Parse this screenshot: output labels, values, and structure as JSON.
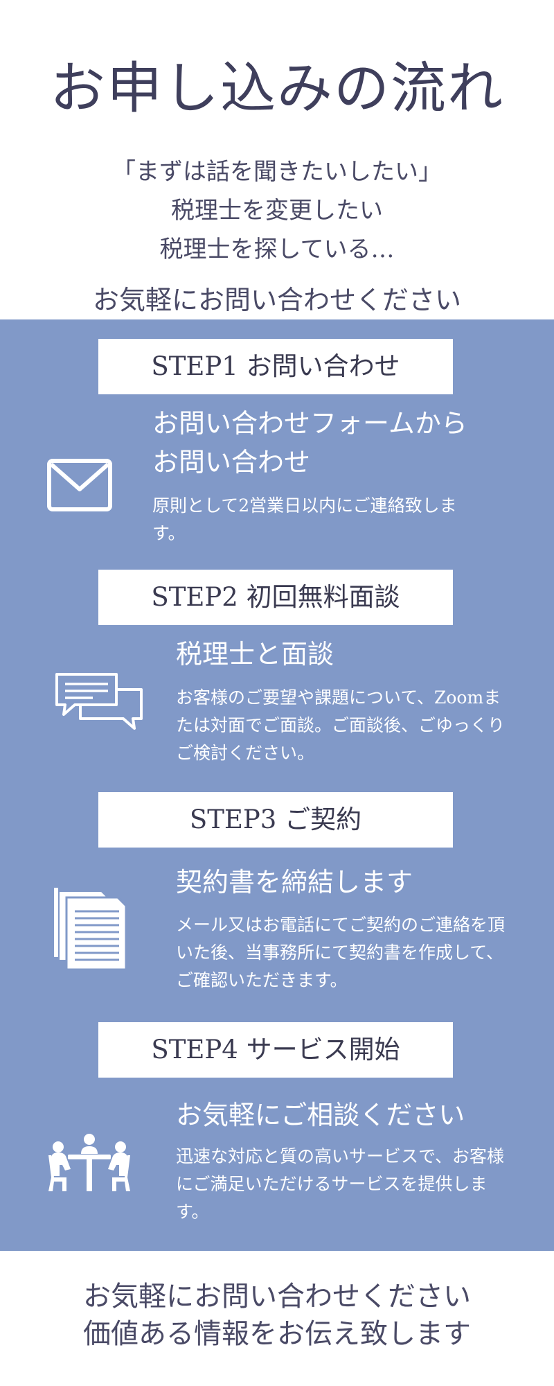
{
  "title": "お申し込みの流れ",
  "intro": {
    "lines": [
      "「まずは話を聞きたいしたい」",
      "税理士を変更したい",
      "税理士を探している…"
    ],
    "cta": "お気軽にお問い合わせください"
  },
  "steps": [
    {
      "label": "STEP1 お問い合わせ",
      "icon": "envelope-icon",
      "heading_lines": [
        "お問い合わせフォームから",
        "お問い合わせ"
      ],
      "desc_lines": [
        "原則として2営業日以内にご連絡致しま",
        "す。"
      ]
    },
    {
      "label": "STEP2 初回無料面談",
      "icon": "chat-bubbles-icon",
      "heading_lines": [
        "税理士と面談"
      ],
      "desc_lines": [
        "お客様のご要望や課題について、Zoomま",
        "たは対面でご面談。ご面談後、ごゆっくり",
        "ご検討ください。"
      ]
    },
    {
      "label": "STEP3 ご契約",
      "icon": "documents-icon",
      "heading_lines": [
        "契約書を締結します"
      ],
      "desc_lines": [
        "メール又はお電話にてご契約のご連絡を頂",
        "いた後、当事務所にて契約書を作成して、",
        "ご確認いただきます。"
      ]
    },
    {
      "label": "STEP4 サービス開始",
      "icon": "meeting-icon",
      "heading_lines": [
        "お気軽にご相談ください"
      ],
      "desc_lines": [
        "迅速な対応と質の高いサービスで、お客様",
        "にご満足いただけるサービスを提供しま",
        "す。"
      ]
    }
  ],
  "footer": {
    "lines": [
      "お気軽にお問い合わせください",
      "価値ある情報をお伝え致します"
    ]
  },
  "colors": {
    "band": "#8199c8",
    "text_dark": "#3f3f5c",
    "white": "#ffffff"
  }
}
